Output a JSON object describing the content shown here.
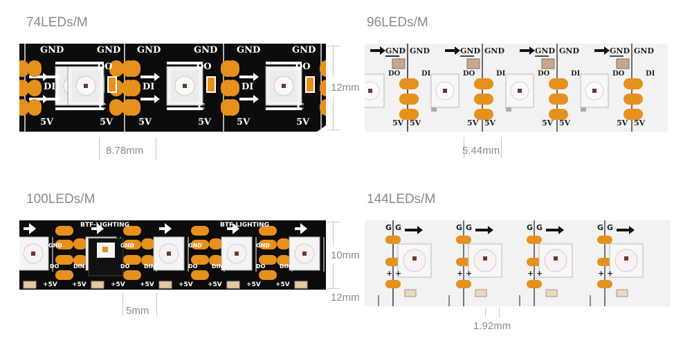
{
  "panels": {
    "p74": {
      "title": "74LEDs/M",
      "spacing": "8.78mm",
      "width": "12mm",
      "labels": {
        "gnd": "GND",
        "v5": "5V",
        "di": "DI",
        "do": "DO",
        "c": "C"
      }
    },
    "p96": {
      "title": "96LEDs/M",
      "spacing": "5.44mm",
      "labels": {
        "gnd": "GND",
        "v5": "5V",
        "di": "DI",
        "do": "DO"
      }
    },
    "p100": {
      "title": "100LEDs/M",
      "spacing": "5mm",
      "width": "10mm",
      "brand": "BTF-LIGHTING",
      "labels": {
        "gnd": "GND",
        "v5": "+5V",
        "din": "DIN",
        "do": "DO"
      }
    },
    "p144": {
      "title": "144LEDs/M",
      "spacing": "1.92mm",
      "width": "12mm",
      "labels": {
        "g": "G",
        "plus": "+"
      }
    }
  },
  "colors": {
    "pcb_black": "#0c0c0c",
    "pcb_white": "#f2f2f2",
    "pad": "#e6901e",
    "led_body": "#f3f3f3",
    "label_gray": "#8a8a8a"
  }
}
